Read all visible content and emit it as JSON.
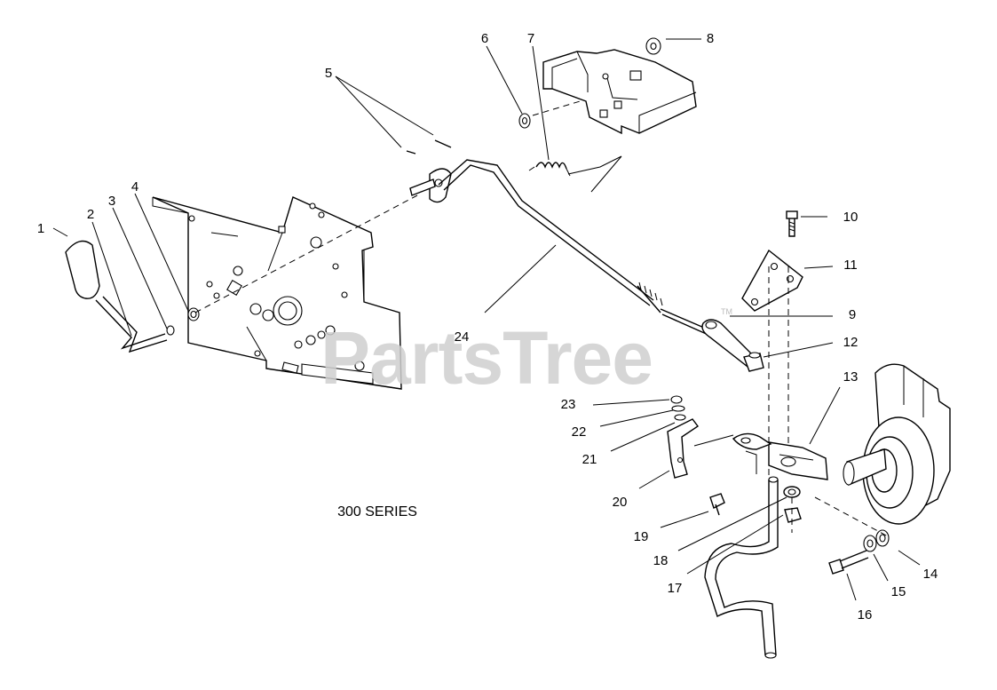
{
  "caption": "300 SERIES",
  "watermark": "PartsTree",
  "watermark_tm": "TM",
  "callouts": [
    {
      "id": "1",
      "label": "1"
    },
    {
      "id": "2",
      "label": "2"
    },
    {
      "id": "3",
      "label": "3"
    },
    {
      "id": "4",
      "label": "4"
    },
    {
      "id": "5",
      "label": "5"
    },
    {
      "id": "6",
      "label": "6"
    },
    {
      "id": "7",
      "label": "7"
    },
    {
      "id": "8",
      "label": "8"
    },
    {
      "id": "9",
      "label": "9"
    },
    {
      "id": "10",
      "label": "10"
    },
    {
      "id": "11",
      "label": "11"
    },
    {
      "id": "12",
      "label": "12"
    },
    {
      "id": "13",
      "label": "13"
    },
    {
      "id": "14",
      "label": "14"
    },
    {
      "id": "15",
      "label": "15"
    },
    {
      "id": "16",
      "label": "16"
    },
    {
      "id": "17",
      "label": "17"
    },
    {
      "id": "18",
      "label": "18"
    },
    {
      "id": "19",
      "label": "19"
    },
    {
      "id": "20",
      "label": "20"
    },
    {
      "id": "21",
      "label": "21"
    },
    {
      "id": "22",
      "label": "22"
    },
    {
      "id": "23",
      "label": "23"
    },
    {
      "id": "24",
      "label": "24"
    }
  ]
}
